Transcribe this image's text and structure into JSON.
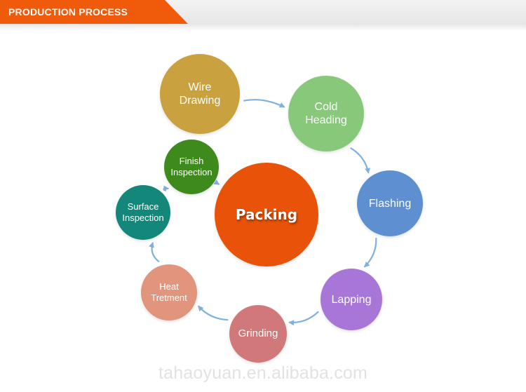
{
  "header": {
    "title": "PRODUCTION PROCESS"
  },
  "diagram": {
    "center": {
      "label": "Packing",
      "color": "#e85309"
    },
    "steps": [
      {
        "label": "Wire\nDrawing",
        "color": "#c9a13e"
      },
      {
        "label": "Cold\nHeading",
        "color": "#87c87a"
      },
      {
        "label": "Flashing",
        "color": "#5e8fd1"
      },
      {
        "label": "Lapping",
        "color": "#a876d6"
      },
      {
        "label": "Grinding",
        "color": "#d0787a"
      },
      {
        "label": "Heat\nTretment",
        "color": "#e0957c"
      },
      {
        "label": "Surface\nInspection",
        "color": "#13877a"
      },
      {
        "label": "Finish\nInspection",
        "color": "#3f8a1c"
      }
    ],
    "arrow_color": "#7fb0de"
  },
  "watermark": "tahaoyuan.en.alibaba.com",
  "colors": {
    "accent": "#f05a0b",
    "header_bg": "#ececec"
  }
}
